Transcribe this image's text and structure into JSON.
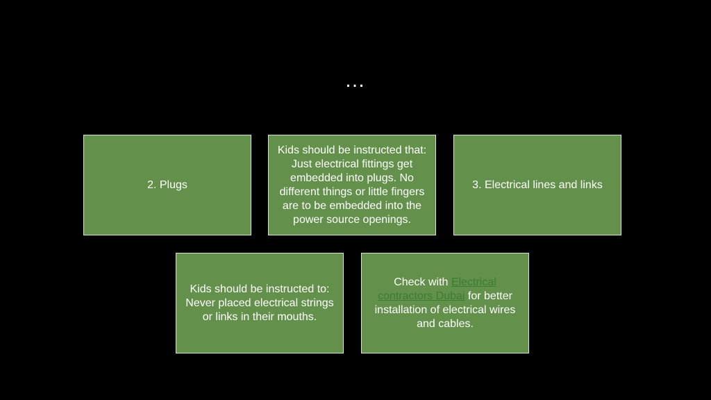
{
  "slide": {
    "title": "…",
    "boxes": [
      {
        "text": "2. Plugs"
      },
      {
        "text": "Kids should be instructed that: Just electrical fittings get embedded into plugs. No different things or little fingers are to be embedded into the power source openings."
      },
      {
        "text": "3. Electrical lines and links"
      },
      {
        "text": "Kids should be instructed to: Never placed electrical strings or links in their mouths."
      },
      {
        "text_before": "Check with ",
        "link_text": "Electrical contractors Dubai",
        "text_after": " for better installation of electrical wires and cables."
      }
    ]
  },
  "colors": {
    "background": "#000000",
    "box_fill": "#63904a",
    "box_border": "#d9e4d2",
    "text": "#ffffff",
    "link": "#3a7d34"
  }
}
